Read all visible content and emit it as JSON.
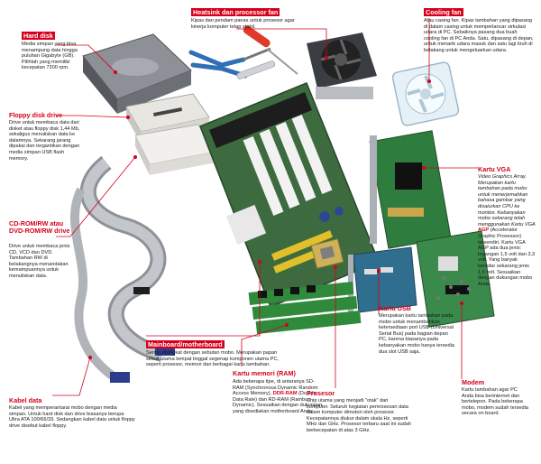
{
  "hardisk": {
    "title": "Hard disk",
    "body": "Media simpan yang bisa menampung data hingga puluhan Gigabyte (GB). Pilihlah yang memiliki kecepatan 7200 rpm."
  },
  "heatsink": {
    "title": "Heatsink dan processor fan",
    "body": "Kipas dan pendam panas untuk prosesor agar kinerja komputer tetap stabil."
  },
  "cooling": {
    "title": "Cooling fan",
    "body": "Atau casing fan. Kipas tambahan yang dipasang di dalam casing untuk memperlancar sirkulasi udara di PC. Sebaiknya pasang dua buah cooling fan di PC Anda. Satu, dipasang di depan, untuk menarik udara masuk dan satu lagi tiruh di belakang untuk mengeluarkan udara."
  },
  "floppy": {
    "title": "Floppy disk drive",
    "body": "Drive untuk membaca data dari disket atau floppy disk 1,44 Mb, sekaligus menuliskan data ke dalamnya. Sekarang jarang dipakai dan tergantikan dengan media simpan USB flash memory."
  },
  "vga": {
    "title": "Kartu VGA",
    "body_a": "Video Graphics Array. Merupakan kartu tambahan pada mobo untuk menerjemahkan bahasa gambar yang disalurkan CPU ke monitor. Kebanyakan mobo sekarang telah menggunakan Kartu VGA",
    "agp": "AGP",
    "body_b": "(Accelerator Graphic Prosessor) tersendiri. Kartu VGA AGP ada dua jenis: tegangan 1,5 volt dan 3,3 volt. Yang banyak beredar sekarang jenis 1,5 volt. Sesuaikan dengan dukungan mobo Anda."
  },
  "cdrom": {
    "title": "CD-ROM/RW atau DVD-ROM/RW drive",
    "body": "Drive untuk membaca jenis CD, VCD dan DVD. Tambahan RW di belakangnya menandakan kemampuannya untuk menuliskan data."
  },
  "usb": {
    "title": "Kartu USB",
    "body": "Merupakan kartu tambahan pada mobo untuk menambahkan ketersediaan port USB (Universal Serial Bus) pada bagian depan PC, karena biasanya pada kebanyakan mobo hanya tersedia dua slot USB saja."
  },
  "mobo": {
    "title": "Mainboard/motherboard",
    "body": "Sering disingkat dengan sebutan mobo. Merupakan papan sirkuit utama tempat tinggal segenap komponen utama PC, seperti prosesor, memori dan berbagai kartu tambahan."
  },
  "ram": {
    "title": "Kartu memori (RAM)",
    "body_a": "Ada beberapa tipe, di antaranya SD-RAM (Synchronous Dynamic Random Access Memory),",
    "ddr": "DDR-RAM",
    "body_b": "(Double Data Rate) dan RD-RAM (Rambus Dynamic). Sesuaikan dengan dukungan yang disediakan motherboard Anda."
  },
  "kabel": {
    "title": "Kabel data",
    "body": "Kabel yang memperantarai mobo dengan media simpan. Untuk hard disk dan drive biasanya berupa Ultra ATA 100/66/33. Sedangkan kabel data untuk floppy drive disebut kabel floppy."
  },
  "prosesor": {
    "title": "Prosesor",
    "body": "Chip utama yang menjadi \"otak\" dari komputer. Seluruh kegiatan pemrosesan data dalam komputer dimotori oleh prosesor. Kecepatannya diukur dalam skala Hz, seperti MHz dan GHz. Prosesor terbaru saat ini sudah berkecepatan di atas 3 GHz."
  },
  "modem": {
    "title": "Modem",
    "body": "Kartu tambahan agar PC Anda bisa berinternet dan bertelepon. Pada beberapa mobo, modem sudah tersedia secara on board."
  }
}
